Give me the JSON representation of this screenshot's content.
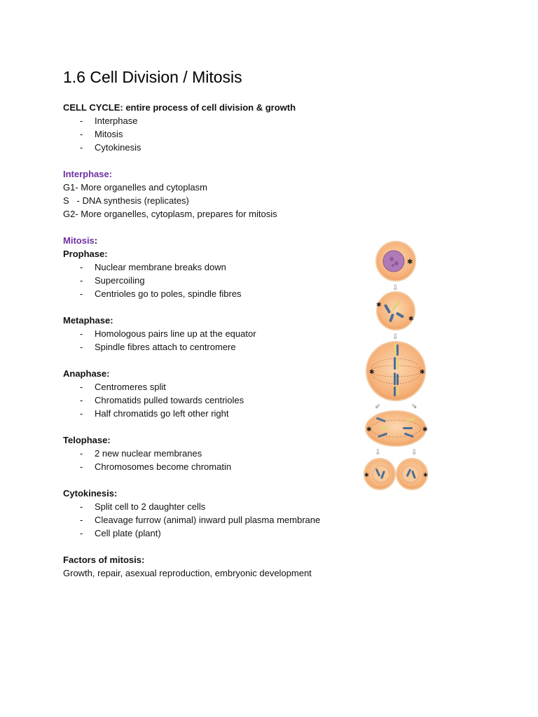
{
  "title": "1.6 Cell Division / Mitosis",
  "cell_cycle": {
    "heading": "CELL CYCLE: entire process of cell division & growth",
    "items": [
      "Interphase",
      "Mitosis",
      "Cytokinesis"
    ]
  },
  "interphase": {
    "heading": "Interphase:",
    "lines": [
      "G1- More organelles and cytoplasm",
      "S   - DNA synthesis (replicates)",
      "G2- More organelles, cytoplasm, prepares for mitosis"
    ]
  },
  "mitosis": {
    "heading": "Mitosis",
    "colon": ":",
    "phases": [
      {
        "name": "Prophase:",
        "items": [
          "Nuclear membrane breaks down",
          "Supercoiling",
          "Centrioles go to poles, spindle fibres"
        ]
      },
      {
        "name": "Metaphase:",
        "items": [
          "Homologous pairs line up at the equator",
          "Spindle fibres attach to centromere"
        ]
      },
      {
        "name": "Anaphase:",
        "items": [
          "Centromeres split",
          "Chromatids pulled towards centrioles",
          "Half chromatids go left other right"
        ]
      },
      {
        "name": "Telophase:",
        "items": [
          "2 new nuclear membranes",
          "Chromosomes become chromatin"
        ]
      },
      {
        "name": "Cytokinesis:",
        "items": [
          "Split cell to 2 daughter cells",
          "Cleavage furrow (animal) inward pull plasma membrane",
          "Cell plate (plant)"
        ]
      }
    ]
  },
  "factors": {
    "heading": "Factors of mitosis:",
    "text": "Growth, repair, asexual reproduction, embryonic development"
  },
  "colors": {
    "heading_purple": "#7030a0",
    "cell_fill": "#f6b27a",
    "cell_edge": "#f2c79e",
    "chromosome": "#4a6e96",
    "chromatid_alt": "#e3d27a"
  }
}
